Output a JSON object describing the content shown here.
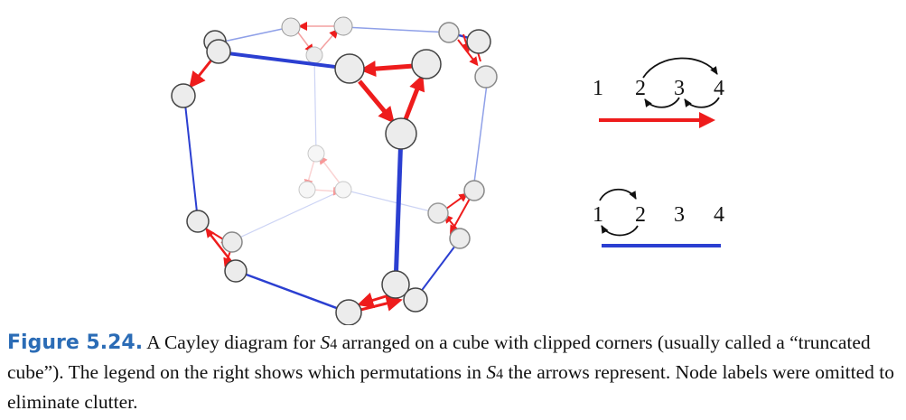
{
  "colors": {
    "red_arrow": "#ee1c1c",
    "blue_edge": "#2b3fd1",
    "node_fill": "#ececec",
    "node_stroke": "#444444",
    "caption_label": "#2b6cb6"
  },
  "legend": {
    "red": {
      "n1": "1",
      "n2": "2",
      "n3": "3",
      "n4": "4"
    },
    "blue": {
      "n1": "1",
      "n2": "2",
      "n3": "3",
      "n4": "4"
    }
  },
  "caption": {
    "label": "Figure 5.24.",
    "t1": " A Cayley diagram for ",
    "s": "S",
    "sub": "4",
    "t2": " arranged on a cube with clipped corners (usually called a “truncated cube”). The legend on the right shows which permutations in ",
    "t3": " the arrows represent. Node labels were omitted to eliminate clutter."
  }
}
